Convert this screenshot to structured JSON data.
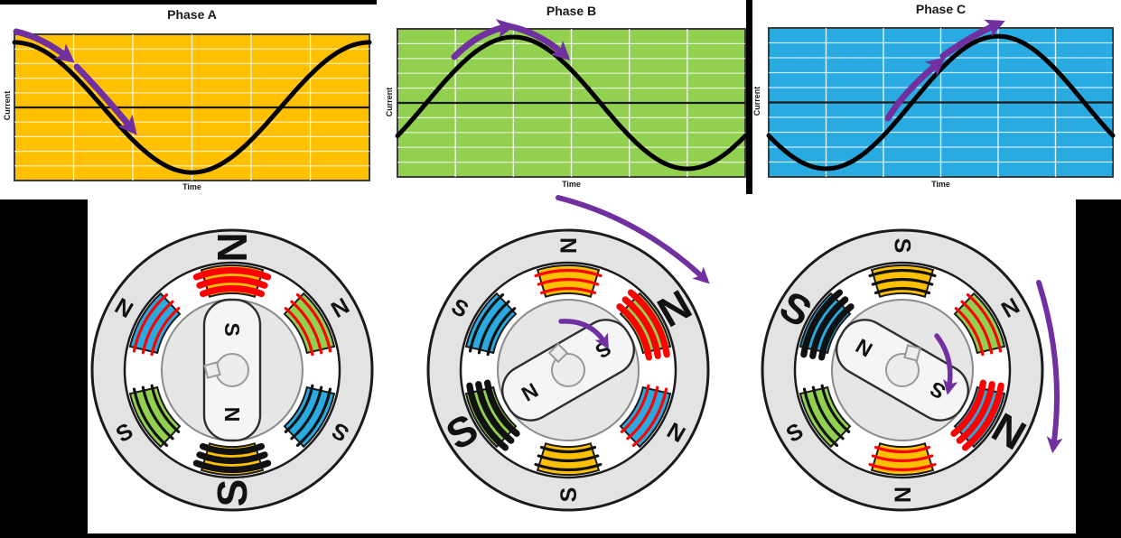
{
  "figure_description": "Three-phase rotating magnetic field: phase current waveforms A, B, C and three stator/rotor states",
  "colors": {
    "phase_a_fill": "#FFC000",
    "phase_b_fill": "#92D050",
    "phase_c_fill": "#29ABE2",
    "coil_yellow": "#FFC000",
    "coil_green": "#92D050",
    "coil_blue": "#29ABE2",
    "winding_red": "#FF0000",
    "winding_black": "#111111",
    "arrow_purple": "#7030A0",
    "wave_black": "#000000",
    "stator_gray": "#E3E3E3",
    "panel_black": "#000000"
  },
  "charts": [
    {
      "title": "Phase A",
      "xlabel": "Time",
      "ylabel": "Current",
      "fill": "#FFC000",
      "phase_lag_deg": 0,
      "arrow_note": "current falling from positive peak"
    },
    {
      "title": "Phase B",
      "xlabel": "Time",
      "ylabel": "Current",
      "fill": "#92D050",
      "phase_lag_deg": 120,
      "arrow_note": "current passing through positive peak"
    },
    {
      "title": "Phase C",
      "xlabel": "Time",
      "ylabel": "Current",
      "fill": "#29ABE2",
      "phase_lag_deg": 240,
      "arrow_note": "current rising toward positive peak"
    }
  ],
  "chart_data": [
    {
      "type": "line",
      "title": "Phase A",
      "xlabel": "Time",
      "ylabel": "Current",
      "model": "cos(2*pi*t)",
      "x": [
        0,
        0.083,
        0.167,
        0.25,
        0.333,
        0.417,
        0.5,
        0.583,
        0.667,
        0.75,
        0.833,
        0.917,
        1
      ],
      "y": [
        1,
        0.87,
        0.5,
        0,
        -0.5,
        -0.87,
        -1,
        -0.87,
        -0.5,
        0,
        0.5,
        0.87,
        1
      ],
      "y_range": [
        -1.12,
        1.12
      ],
      "grid": {
        "cols": 6,
        "rows": 10
      },
      "line_color": "#000000",
      "bg_color": "#FFC000",
      "legend": "none"
    },
    {
      "type": "line",
      "title": "Phase B",
      "xlabel": "Time",
      "ylabel": "Current",
      "model": "cos(2*pi*t - 120deg)",
      "x": [
        0,
        0.083,
        0.167,
        0.25,
        0.333,
        0.417,
        0.5,
        0.583,
        0.667,
        0.75,
        0.833,
        0.917,
        1
      ],
      "y": [
        -0.5,
        0,
        0.5,
        0.87,
        1,
        0.87,
        0.5,
        0,
        -0.5,
        -0.87,
        -1,
        -0.87,
        -0.5
      ],
      "y_range": [
        -1.12,
        1.12
      ],
      "grid": {
        "cols": 6,
        "rows": 10
      },
      "line_color": "#000000",
      "bg_color": "#92D050",
      "legend": "none"
    },
    {
      "type": "line",
      "title": "Phase C",
      "xlabel": "Time",
      "ylabel": "Current",
      "model": "cos(2*pi*t - 240deg)",
      "x": [
        0,
        0.083,
        0.167,
        0.25,
        0.333,
        0.417,
        0.5,
        0.583,
        0.667,
        0.75,
        0.833,
        0.917,
        1
      ],
      "y": [
        -0.5,
        -0.87,
        -1,
        -0.87,
        -0.5,
        0,
        0.5,
        0.87,
        1,
        0.87,
        0.5,
        0,
        -0.5
      ],
      "y_range": [
        -1.12,
        1.12
      ],
      "grid": {
        "cols": 6,
        "rows": 10
      },
      "line_color": "#000000",
      "bg_color": "#29ABE2",
      "legend": "none"
    }
  ],
  "motors": [
    {
      "name": "stator-state-1",
      "rotation_direction": "clockwise",
      "outer_rotation_arrow": false,
      "inner_rotation_arrow": false,
      "rotor": {
        "angle_deg": 0,
        "s_label": "S",
        "n_label": "N"
      },
      "poles": [
        {
          "position": "top",
          "angle_deg": 0,
          "label": "N",
          "label_size": "large",
          "coil_color": "#FFC000",
          "winding_color": "#FF0000",
          "winding_weight": "heavy",
          "phase": "A"
        },
        {
          "position": "upper-right",
          "angle_deg": 60,
          "label": "N",
          "label_size": "small",
          "coil_color": "#92D050",
          "winding_color": "#FF0000",
          "winding_weight": "light",
          "phase": "B"
        },
        {
          "position": "lower-right",
          "angle_deg": 120,
          "label": "S",
          "label_size": "small",
          "coil_color": "#29ABE2",
          "winding_color": "#111111",
          "winding_weight": "light",
          "phase": "C"
        },
        {
          "position": "bottom",
          "angle_deg": 180,
          "label": "S",
          "label_size": "large",
          "coil_color": "#FFC000",
          "winding_color": "#111111",
          "winding_weight": "heavy",
          "phase": "A"
        },
        {
          "position": "lower-left",
          "angle_deg": 240,
          "label": "S",
          "label_size": "small",
          "coil_color": "#92D050",
          "winding_color": "#111111",
          "winding_weight": "light",
          "phase": "B"
        },
        {
          "position": "upper-left",
          "angle_deg": 300,
          "label": "N",
          "label_size": "small",
          "coil_color": "#29ABE2",
          "winding_color": "#FF0000",
          "winding_weight": "light",
          "phase": "C"
        }
      ]
    },
    {
      "name": "stator-state-2",
      "rotation_direction": "clockwise",
      "outer_rotation_arrow": true,
      "inner_rotation_arrow": true,
      "rotor": {
        "angle_deg": 60,
        "s_label": "S",
        "n_label": "N"
      },
      "poles": [
        {
          "position": "top",
          "angle_deg": 0,
          "label": "N",
          "label_size": "small",
          "coil_color": "#FFC000",
          "winding_color": "#FF0000",
          "winding_weight": "light",
          "phase": "A"
        },
        {
          "position": "upper-right",
          "angle_deg": 60,
          "label": "N",
          "label_size": "large",
          "coil_color": "#92D050",
          "winding_color": "#FF0000",
          "winding_weight": "heavy",
          "phase": "B"
        },
        {
          "position": "lower-right",
          "angle_deg": 120,
          "label": "N",
          "label_size": "small",
          "coil_color": "#29ABE2",
          "winding_color": "#FF0000",
          "winding_weight": "light",
          "phase": "C"
        },
        {
          "position": "bottom",
          "angle_deg": 180,
          "label": "S",
          "label_size": "small",
          "coil_color": "#FFC000",
          "winding_color": "#111111",
          "winding_weight": "light",
          "phase": "A"
        },
        {
          "position": "lower-left",
          "angle_deg": 240,
          "label": "S",
          "label_size": "large",
          "coil_color": "#92D050",
          "winding_color": "#111111",
          "winding_weight": "heavy",
          "phase": "B"
        },
        {
          "position": "upper-left",
          "angle_deg": 300,
          "label": "S",
          "label_size": "small",
          "coil_color": "#29ABE2",
          "winding_color": "#111111",
          "winding_weight": "light",
          "phase": "C"
        }
      ]
    },
    {
      "name": "stator-state-3",
      "rotation_direction": "clockwise",
      "outer_rotation_arrow": true,
      "inner_rotation_arrow": true,
      "rotor": {
        "angle_deg": 120,
        "s_label": "S",
        "n_label": "N"
      },
      "poles": [
        {
          "position": "top",
          "angle_deg": 0,
          "label": "S",
          "label_size": "small",
          "coil_color": "#FFC000",
          "winding_color": "#111111",
          "winding_weight": "light",
          "phase": "A"
        },
        {
          "position": "upper-right",
          "angle_deg": 60,
          "label": "N",
          "label_size": "small",
          "coil_color": "#92D050",
          "winding_color": "#FF0000",
          "winding_weight": "light",
          "phase": "B"
        },
        {
          "position": "lower-right",
          "angle_deg": 120,
          "label": "N",
          "label_size": "large",
          "coil_color": "#29ABE2",
          "winding_color": "#FF0000",
          "winding_weight": "heavy",
          "phase": "C"
        },
        {
          "position": "bottom",
          "angle_deg": 180,
          "label": "N",
          "label_size": "small",
          "coil_color": "#FFC000",
          "winding_color": "#FF0000",
          "winding_weight": "light",
          "phase": "A"
        },
        {
          "position": "lower-left",
          "angle_deg": 240,
          "label": "S",
          "label_size": "small",
          "coil_color": "#92D050",
          "winding_color": "#111111",
          "winding_weight": "light",
          "phase": "B"
        },
        {
          "position": "upper-left",
          "angle_deg": 300,
          "label": "S",
          "label_size": "large",
          "coil_color": "#29ABE2",
          "winding_color": "#111111",
          "winding_weight": "heavy",
          "phase": "C"
        }
      ]
    }
  ]
}
